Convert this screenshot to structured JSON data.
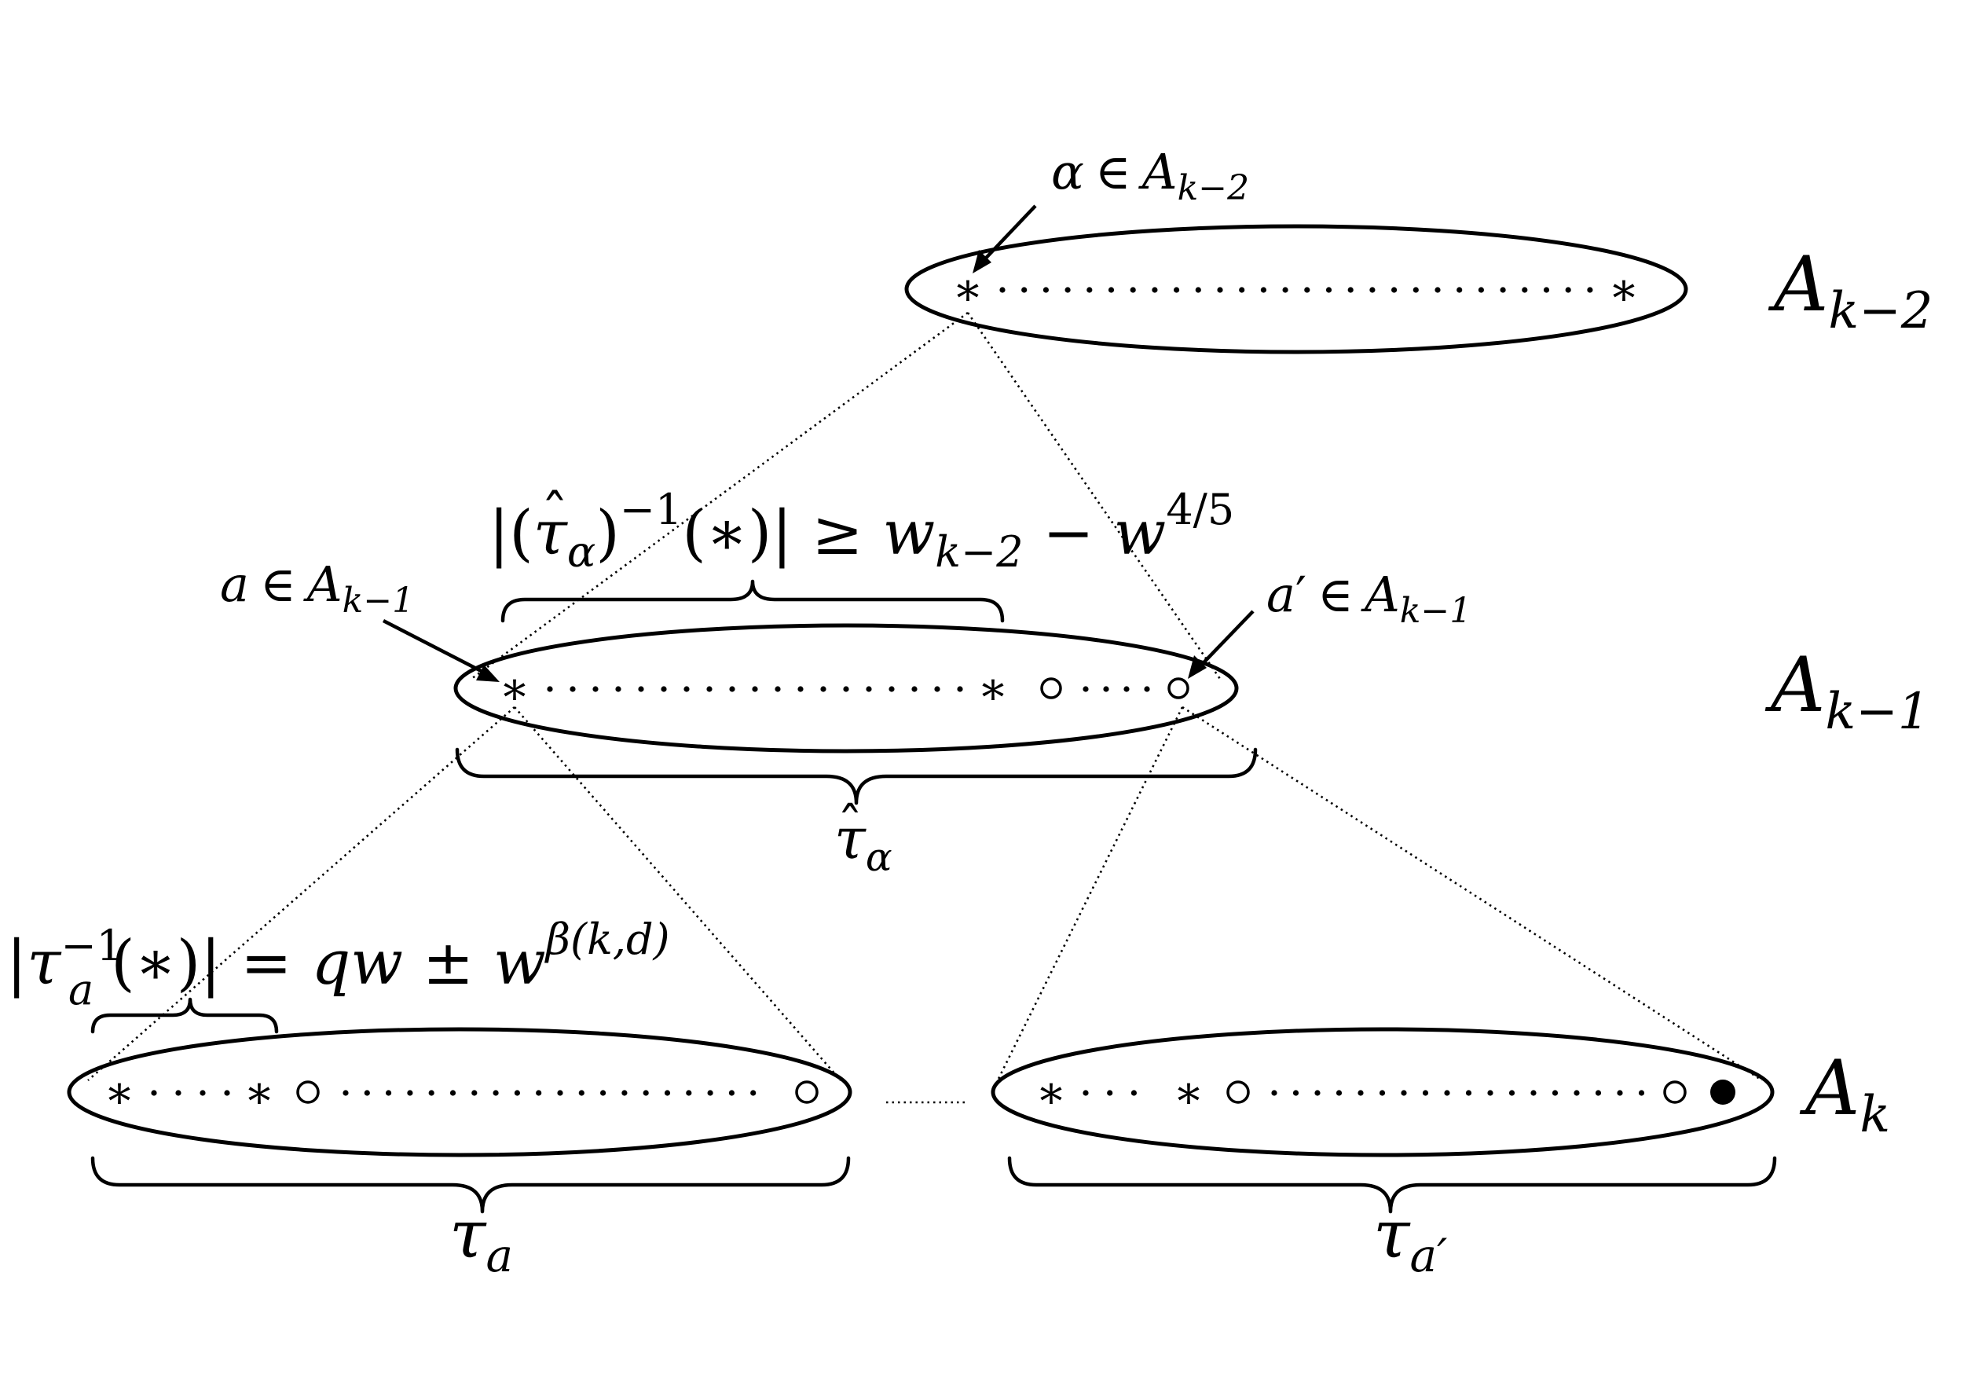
{
  "levels": [
    {
      "base": "A",
      "sub": "k−2"
    },
    {
      "base": "A",
      "sub": "k−1"
    },
    {
      "base": "A",
      "sub": "k"
    }
  ],
  "annotations": {
    "alpha": {
      "sym": "α",
      "rel": "∈",
      "base": "A",
      "sub": "k−2"
    },
    "a": {
      "sym": "a",
      "rel": "∈",
      "base": "A",
      "sub": "k−1"
    },
    "aprime": {
      "sym": "a",
      "prime": "′",
      "rel": "∈",
      "base": "A",
      "sub": "k−1"
    }
  },
  "formulas": {
    "top": {
      "open": "|(",
      "hat": "ˆ",
      "tau": "τ",
      "sub": "α",
      "close": ")",
      "sup": "−1",
      "arg": "(∗)| ≥ ",
      "w": "w",
      "wsub": "k−2",
      "minus": " − ",
      "w2": "w",
      "w2sup": "4/5"
    },
    "bottom": {
      "open": "|",
      "tau": "τ",
      "sub": "a",
      "sup": "−1",
      "arg": "(∗)| = ",
      "qw": "qw",
      "pm": " ± ",
      "w": "w",
      "wsup": "β(k,d)"
    }
  },
  "brace_labels": {
    "tau_alpha_hat": {
      "hat": "ˆ",
      "tau": "τ",
      "sub": "α"
    },
    "tau_a": {
      "tau": "τ",
      "sub": "a"
    },
    "tau_aprime": {
      "tau": "τ",
      "sub": "a′"
    }
  },
  "symbols": {
    "star": "∗"
  }
}
